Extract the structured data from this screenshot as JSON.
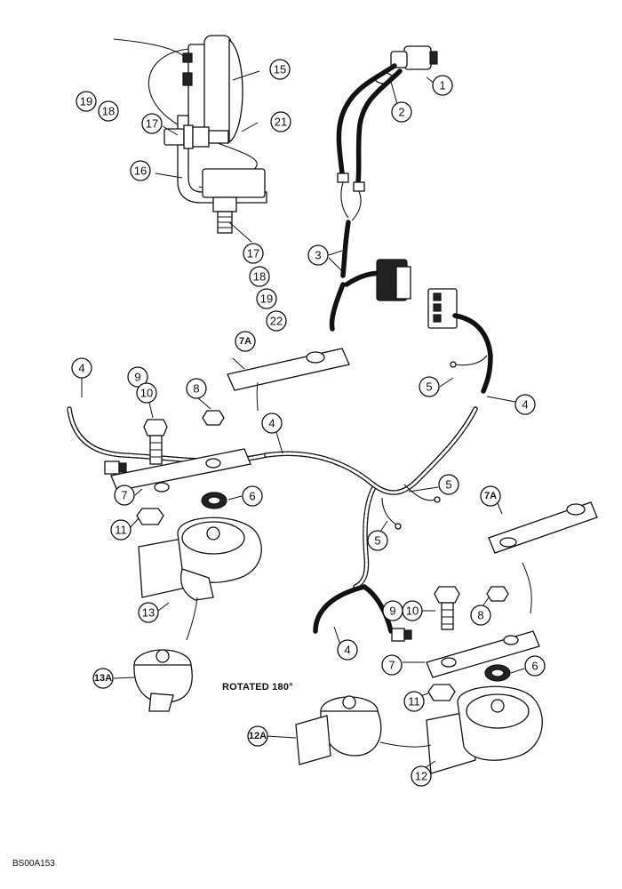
{
  "figure_code": "BS00A153",
  "note_rotated": "ROTATED 180°",
  "callouts": {
    "c1": "1",
    "c2": "2",
    "c3": "3",
    "c4a": "4",
    "c4b": "4",
    "c4c": "4",
    "c4d": "4",
    "c5a": "5",
    "c5b": "5",
    "c5c": "5",
    "c6a": "6",
    "c6b": "6",
    "c7a": "7",
    "c7b": "7",
    "c7Aa": "7A",
    "c7Ab": "7A",
    "c8a": "8",
    "c8b": "8",
    "c9a": "9",
    "c9b": "9",
    "c10a": "10",
    "c10b": "10",
    "c11a": "11",
    "c11b": "11",
    "c12": "12",
    "c12A": "12A",
    "c13": "13",
    "c13A": "13A",
    "c15": "15",
    "c16": "16",
    "c17a": "17",
    "c17b": "17",
    "c18a": "18",
    "c18b": "18",
    "c19a": "19",
    "c19b": "19",
    "c21": "21",
    "c22": "22"
  }
}
